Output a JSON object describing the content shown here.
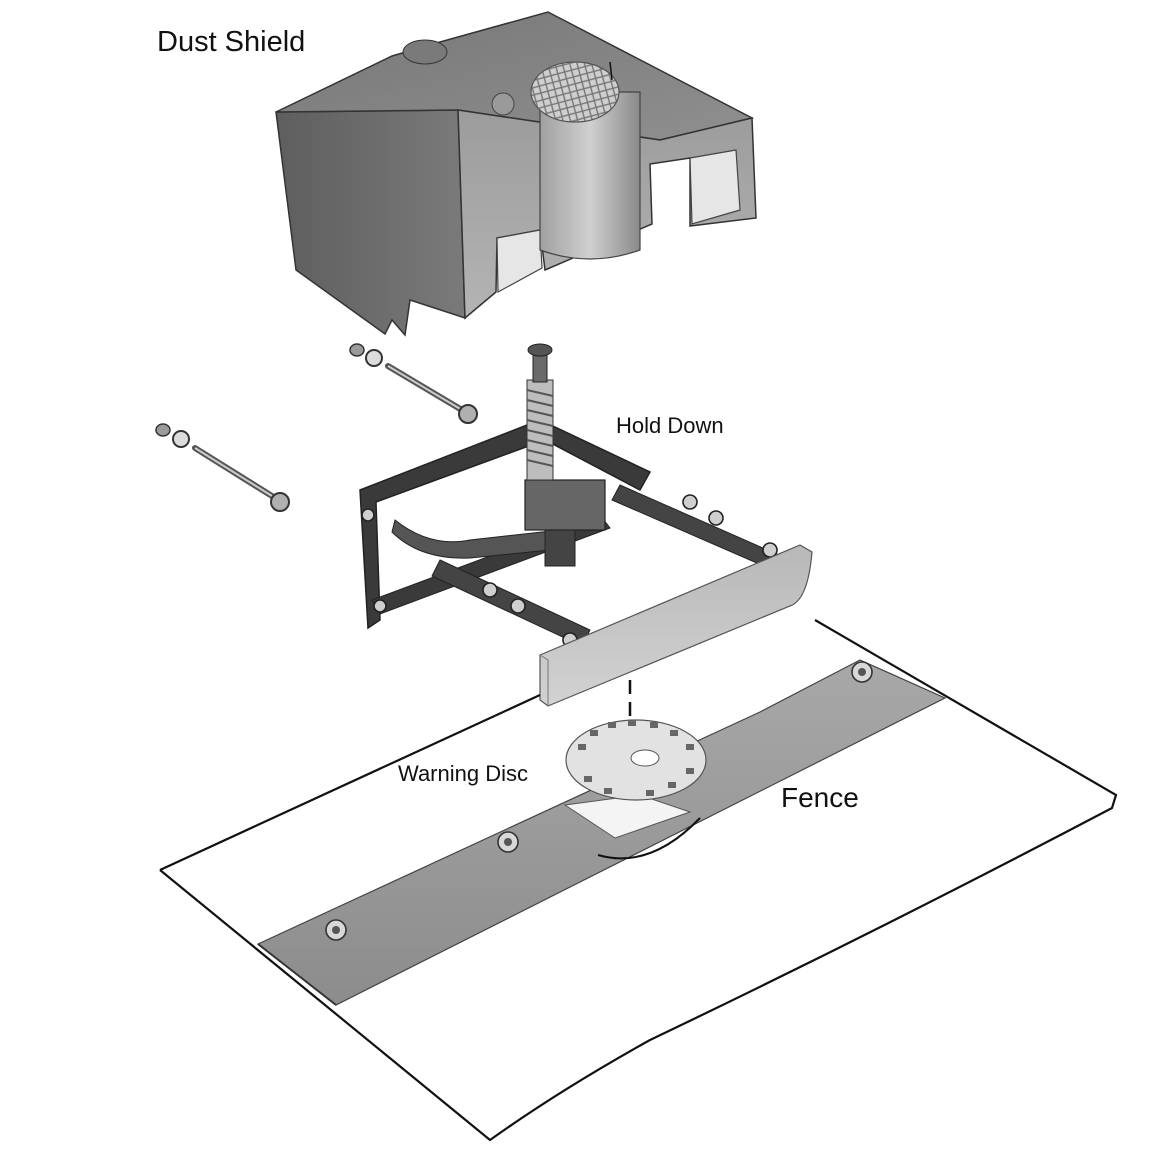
{
  "labels": {
    "dust_shield": "Dust Shield",
    "hold_down": "Hold Down",
    "warning_disc": "Warning Disc",
    "fence": "Fence"
  },
  "colors": {
    "outline": "#111111",
    "metal_dark": "#6e6e6e",
    "metal_mid": "#9a9a9a",
    "metal_light": "#c8c8c8",
    "frame": "#3a3a3a",
    "background": "#ffffff"
  }
}
